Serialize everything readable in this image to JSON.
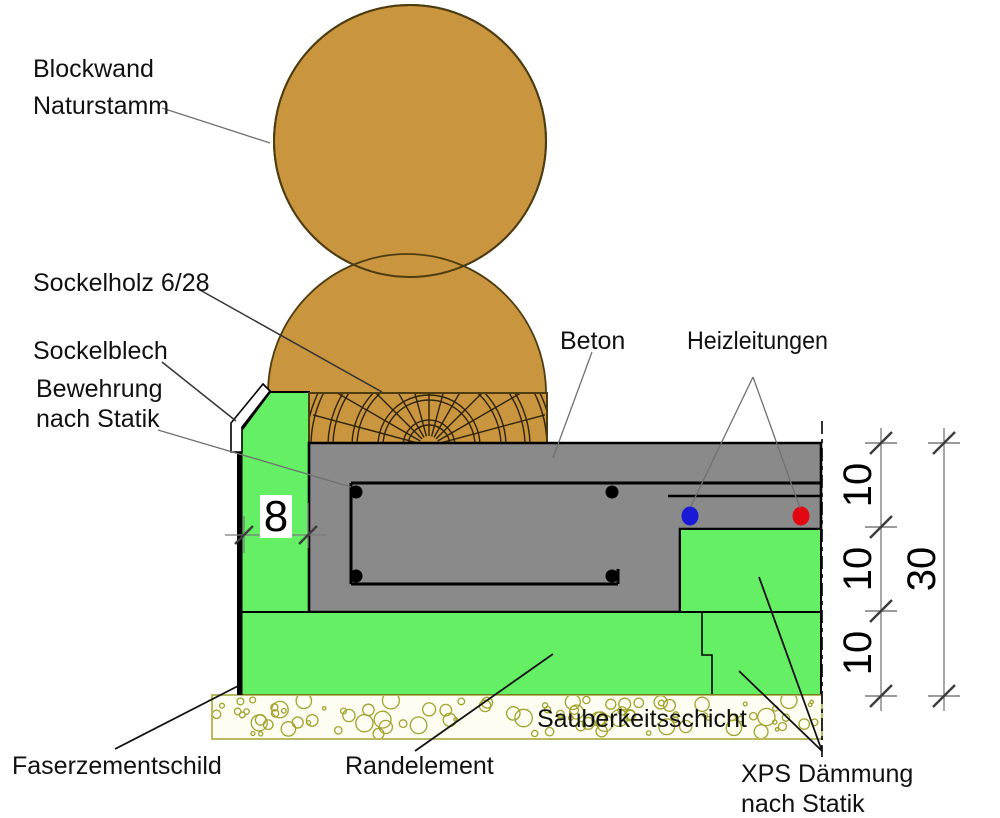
{
  "labels": {
    "blockwand_line1": "Blockwand",
    "blockwand_line2": "Naturstamm",
    "sockelholz": "Sockelholz 6/28",
    "sockelblech": "Sockelblech",
    "bewehrung_line1": "Bewehrung",
    "bewehrung_line2": "nach Statik",
    "beton": "Beton",
    "heizleitungen": "Heizleitungen",
    "faserzementschild": "Faserzementschild",
    "randelement": "Randelement",
    "sauberkeitsschicht": "Sauberkeitsschicht",
    "xps_line1": "XPS Dämmung",
    "xps_line2": "nach Statik"
  },
  "dimensions": {
    "sockel_width": "8",
    "layer_top": "10",
    "layer_mid": "10",
    "layer_bottom": "10",
    "total": "30"
  },
  "colors": {
    "wood": "#C9953F",
    "insulation_green": "#65EF65",
    "concrete_gray": "#8A8A8A",
    "pipe_blue": "#1A1AD6",
    "pipe_red": "#E30613",
    "blinding_speckle": "#A2A22E"
  }
}
